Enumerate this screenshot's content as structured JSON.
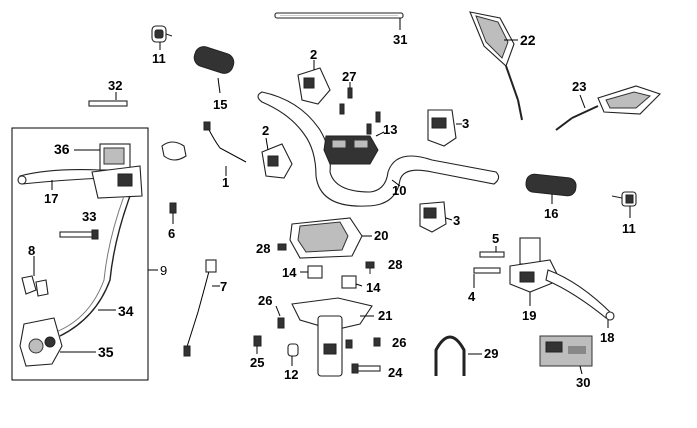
{
  "callouts": {
    "c2a": "2",
    "c2b": "2",
    "c3a": "3",
    "c3b": "3",
    "c4": "4",
    "c5": "5",
    "c6": "6",
    "c7": "7",
    "c8": "8",
    "c9": "9",
    "c10": "10",
    "c11a": "11",
    "c11b": "11",
    "c12": "12",
    "c13": "13",
    "c14a": "14",
    "c14b": "14",
    "c15": "15",
    "c16": "16",
    "c17": "17",
    "c18": "18",
    "c19": "19",
    "c20": "20",
    "c21": "21",
    "c22": "22",
    "c23": "23",
    "c24": "24",
    "c25": "25",
    "c26a": "26",
    "c26b": "26",
    "c27": "27",
    "c28a": "28",
    "c28b": "28",
    "c29": "29",
    "c30": "30",
    "c31": "31",
    "c32": "32",
    "c33": "33",
    "c34": "34",
    "c35": "35",
    "c36": "36"
  }
}
